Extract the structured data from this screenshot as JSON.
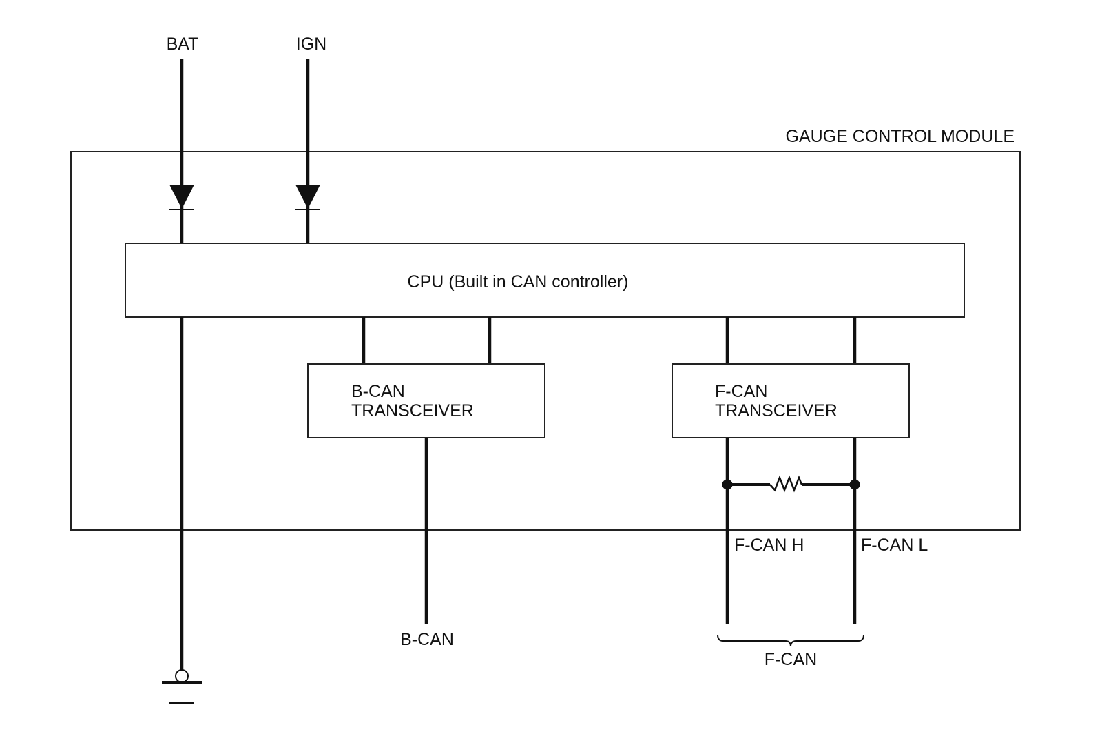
{
  "diagram": {
    "title": "GAUGE CONTROL MODULE",
    "inputs": {
      "bat": "BAT",
      "ign": "IGN"
    },
    "cpu": {
      "label": "CPU (Built in CAN controller)"
    },
    "b_can_transceiver": {
      "line1": "B-CAN",
      "line2": "TRANSCEIVER"
    },
    "f_can_transceiver": {
      "line1": "F-CAN",
      "line2": "TRANSCEIVER"
    },
    "outputs": {
      "b_can": "B-CAN",
      "f_can_h": "F-CAN H",
      "f_can_l": "F-CAN L",
      "f_can_group": "F-CAN"
    },
    "components": {
      "diodes": 2,
      "termination_resistor": true,
      "ground": true
    }
  }
}
